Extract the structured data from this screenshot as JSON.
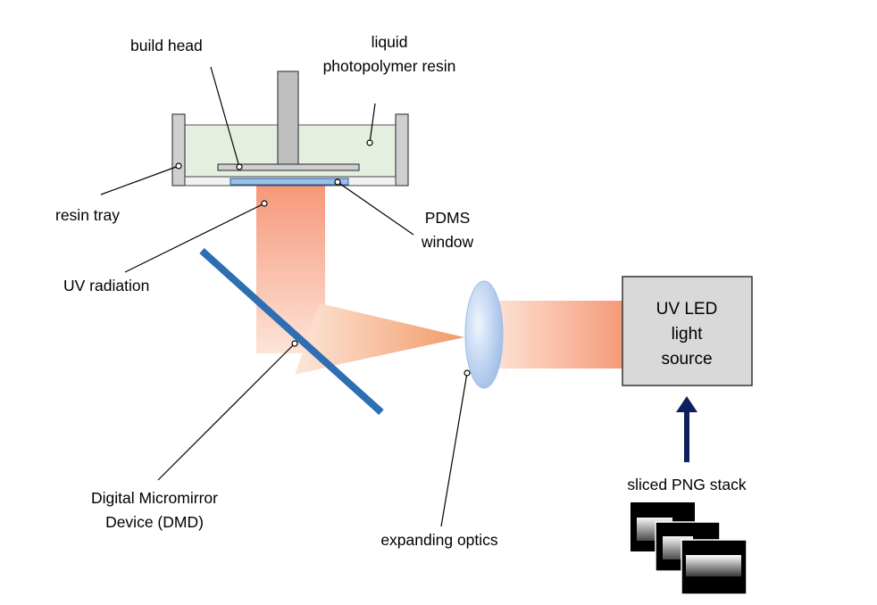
{
  "labels": {
    "build_head": "build head",
    "resin_line1": "liquid",
    "resin_line2": "photopolymer resin",
    "resin_tray": "resin tray",
    "pdms_line1": "PDMS",
    "pdms_line2": "window",
    "uv_radiation": "UV radiation",
    "dmd_line1": "Digital Micromirror",
    "dmd_line2": "Device (DMD)",
    "optics": "expanding optics",
    "png_stack": "sliced PNG stack"
  },
  "light_source": {
    "line1": "UV LED",
    "line2": "light",
    "line3": "source"
  },
  "colors": {
    "resin": "#e4efdf",
    "tray": "#cfcfcf",
    "build_head": "#bfbfbf",
    "window": "#9cbfe6",
    "mirror": "#2e6eb3",
    "beam": "#f4a27d",
    "lens": "#a9c5ea",
    "source_box": "#d9d9d9",
    "arrow": "#0d1f5c"
  }
}
